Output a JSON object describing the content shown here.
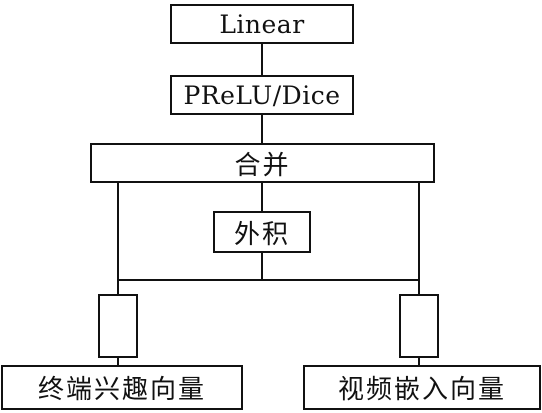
{
  "diagram": {
    "linear_label": "Linear",
    "activation_label": "PReLU/Dice",
    "concat_label": "合并",
    "outer_product_label": "外积",
    "left_input_label": "终端兴趣向量",
    "right_input_label": "视频嵌入向量"
  },
  "colors": {
    "stroke": "#111111",
    "background": "#ffffff"
  }
}
